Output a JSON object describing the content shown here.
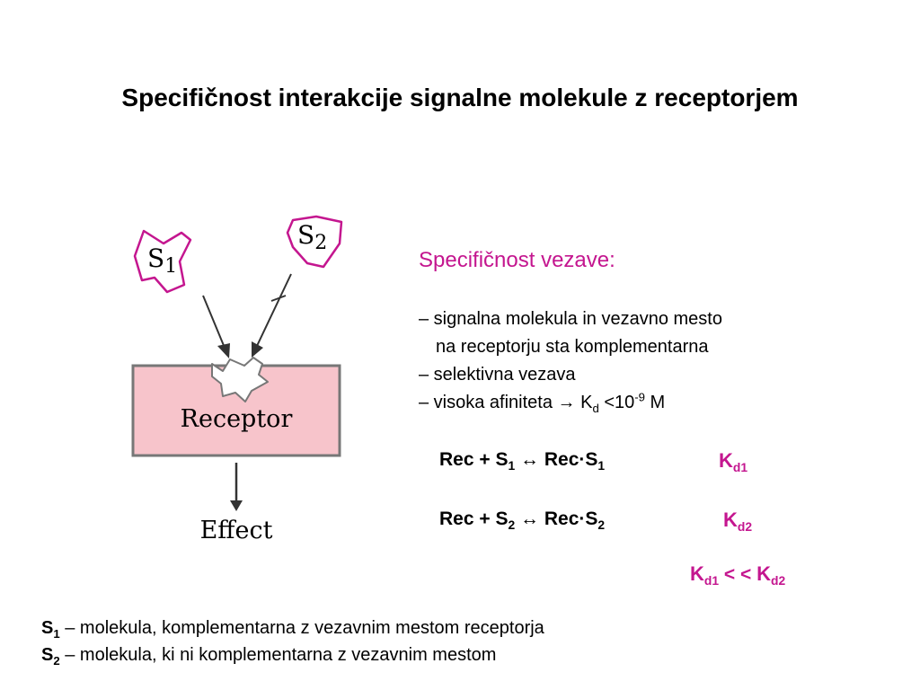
{
  "title": "Specifičnost interakcije signalne molekule z receptorjem",
  "diagram": {
    "s1_label": "S",
    "s1_sub": "1",
    "s2_label": "S",
    "s2_sub": "2",
    "receptor_label": "Receptor",
    "effect_label": "Effect",
    "colors": {
      "shape_outline": "#c4168f",
      "receptor_fill": "#f7c4cb",
      "receptor_border": "#777777"
    }
  },
  "subhead": "Specifičnost vezave:",
  "bullets": {
    "b1_line1": "– signalna molekula in vezavno mesto",
    "b1_line2": "na receptorju sta komplementarna",
    "b2": "– selektivna vezava",
    "b3_text": "– visoka afiniteta → K",
    "b3_sub": "d",
    "b3_mid": " <10",
    "b3_sup": "-9",
    "b3_unit": " M"
  },
  "equations": {
    "eq1": {
      "a": "Rec + S",
      "a_sub": "1",
      "b": " ↔ Rec·S",
      "b_sub": "1"
    },
    "eq2": {
      "a": "Rec + S",
      "a_sub": "2",
      "b": " ↔ Rec·S",
      "b_sub": "2"
    },
    "kd1": {
      "k": "K",
      "sub": "d1"
    },
    "kd2": {
      "k": "K",
      "sub": "d2"
    },
    "compare": {
      "k1": "K",
      "sub1": "d1",
      "op": " < < ",
      "k2": "K",
      "sub2": "d2"
    }
  },
  "footnote": {
    "s1": {
      "label": "S",
      "sub": "1",
      "text": " – molekula, komplementarna z vezavnim mestom receptorja"
    },
    "s2": {
      "label": "S",
      "sub": "2",
      "text": " – molekula, ki ni komplementarna z vezavnim mestom"
    }
  },
  "accent_color": "#c4168f"
}
